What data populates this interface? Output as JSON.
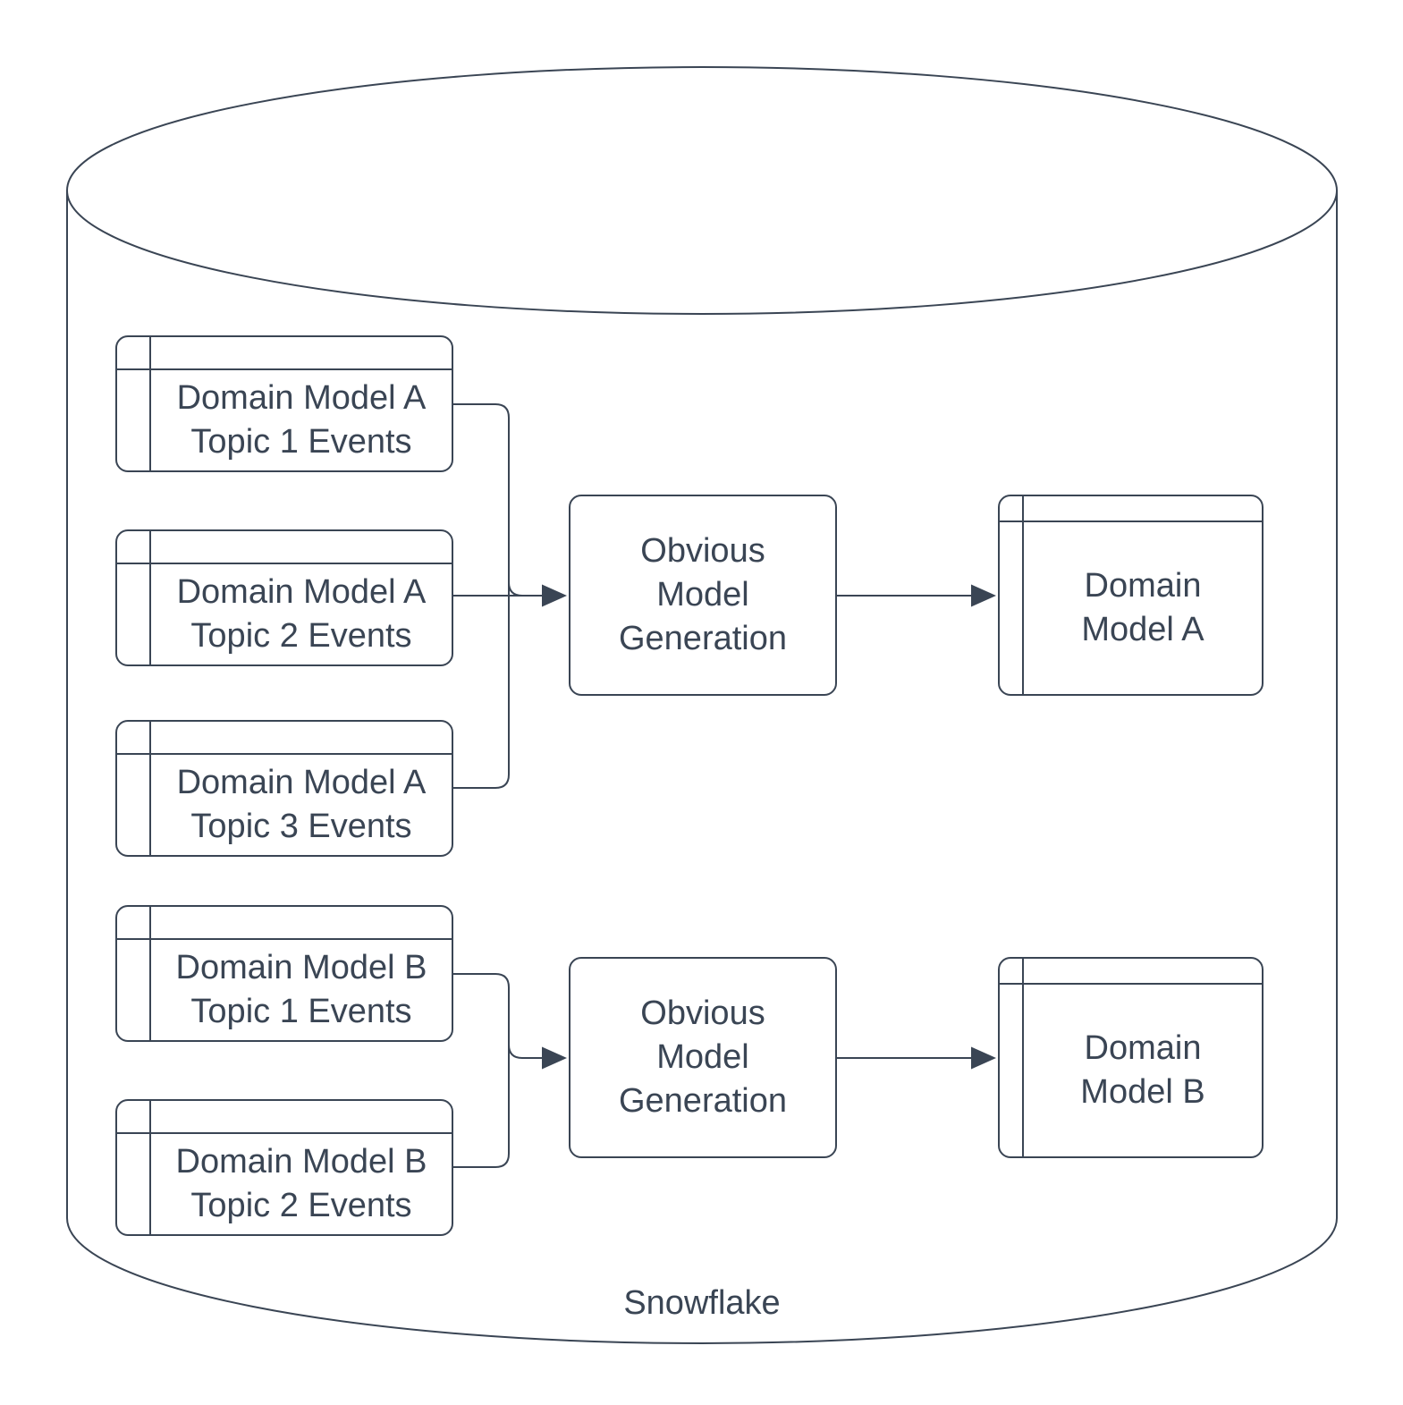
{
  "colors": {
    "stroke": "#3a4554",
    "background": "#ffffff"
  },
  "cylinder": {
    "label": "Snowflake"
  },
  "event_tables": [
    {
      "line1": "Domain Model A",
      "line2": "Topic 1 Events"
    },
    {
      "line1": "Domain Model A",
      "line2": "Topic 2 Events"
    },
    {
      "line1": "Domain Model A",
      "line2": "Topic 3 Events"
    },
    {
      "line1": "Domain Model B",
      "line2": "Topic 1 Events"
    },
    {
      "line1": "Domain Model B",
      "line2": "Topic 2 Events"
    }
  ],
  "processes": [
    {
      "line1": "Obvious",
      "line2": "Model",
      "line3": "Generation"
    },
    {
      "line1": "Obvious",
      "line2": "Model",
      "line3": "Generation"
    }
  ],
  "outputs": [
    {
      "line1": "Domain",
      "line2": "Model A"
    },
    {
      "line1": "Domain",
      "line2": "Model B"
    }
  ]
}
